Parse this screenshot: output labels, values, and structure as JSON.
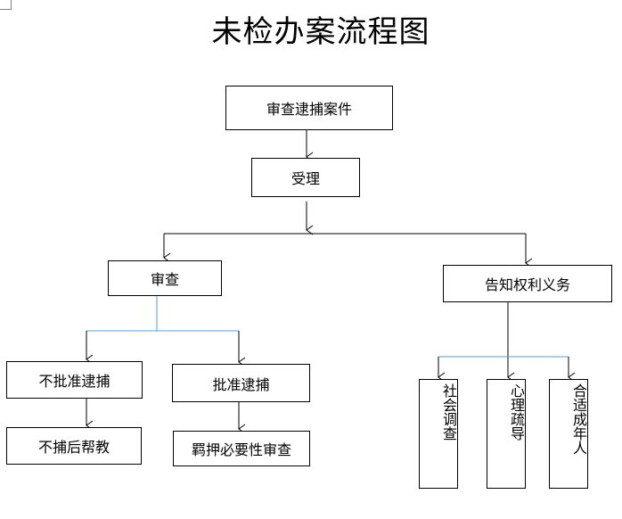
{
  "title": "未检办案流程图",
  "nodes": {
    "review_arrest": "审查逮捕案件",
    "accept": "受理",
    "examine": "审查",
    "inform_rights": "告知权利义务",
    "not_approve": "不批准逮捕",
    "approve": "批准逮捕",
    "no_arrest_help": "不捕后帮教",
    "detention_review": "羁押必要性审查",
    "social_survey": "社会调查",
    "psych_counsel": "心理疏导",
    "adult_present": "合适成年人"
  },
  "colors": {
    "line": "#000000",
    "accent_line": "#5b9bd5"
  }
}
